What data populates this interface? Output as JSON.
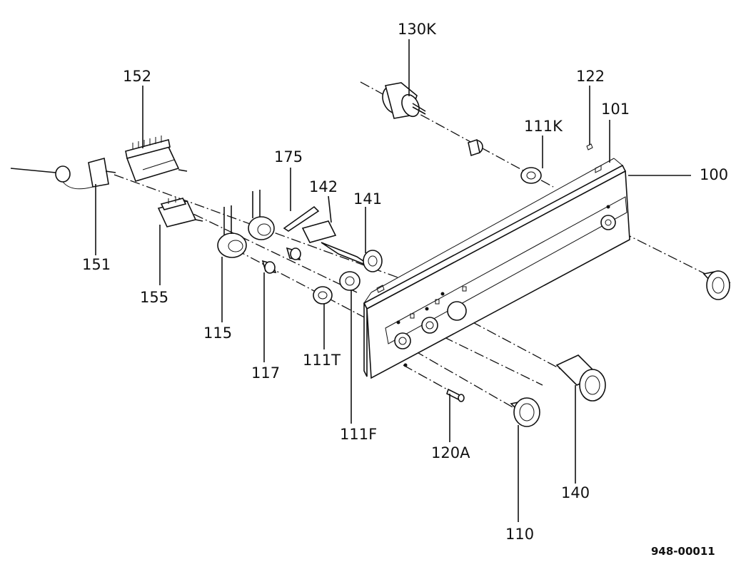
{
  "diagram": {
    "labels": {
      "l130K": "130K",
      "l152": "152",
      "l122": "122",
      "l101": "101",
      "l111K": "111K",
      "l100": "100",
      "l175": "175",
      "l142": "142",
      "l141": "141",
      "l151": "151",
      "l155": "155",
      "l115": "115",
      "l117": "117",
      "l111T": "111T",
      "l111F": "111F",
      "l120A": "120A",
      "l140": "140",
      "l110": "110"
    },
    "drawing_code": "948-00011"
  }
}
